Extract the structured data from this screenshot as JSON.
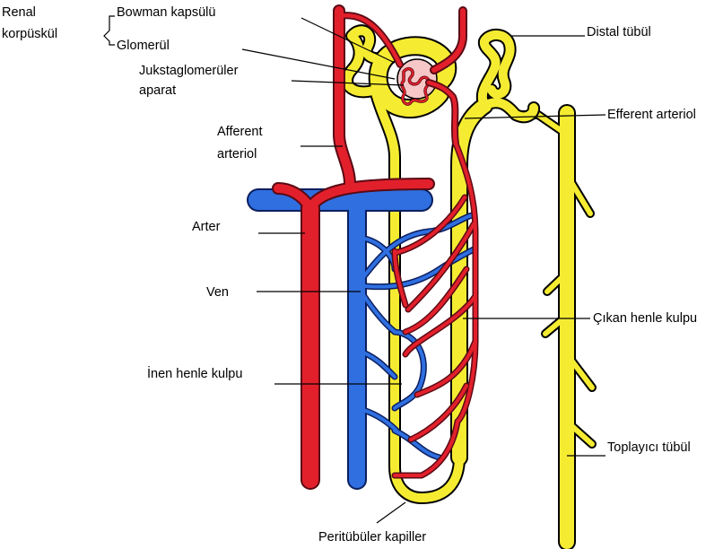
{
  "colors": {
    "tubule": "#f5ec32",
    "artery": "#e2202c",
    "vein": "#2f6fe0",
    "glomerulus_bg": "#f7c7c7",
    "background": "#ffffff"
  },
  "labels": {
    "renal_corpuscle": [
      "Renal",
      "korpüskül"
    ],
    "bowman_capsule": "Bowman kapsülü",
    "glomerulus": "Glomerül",
    "juxtaglomerular": [
      "Jukstaglomerüler",
      "aparat"
    ],
    "afferent_arteriole": [
      "Afferent",
      "arteriol"
    ],
    "artery": "Arter",
    "vein": "Ven",
    "descending_loop": "İnen henle kulpu",
    "distal_tubule": "Distal tübül",
    "efferent_arteriole": "Efferent arteriol",
    "ascending_loop": "Çıkan henle kulpu",
    "collecting_tubule": "Toplayıcı tübül",
    "peritubular_capillaries": "Peritübüler kapiller"
  }
}
